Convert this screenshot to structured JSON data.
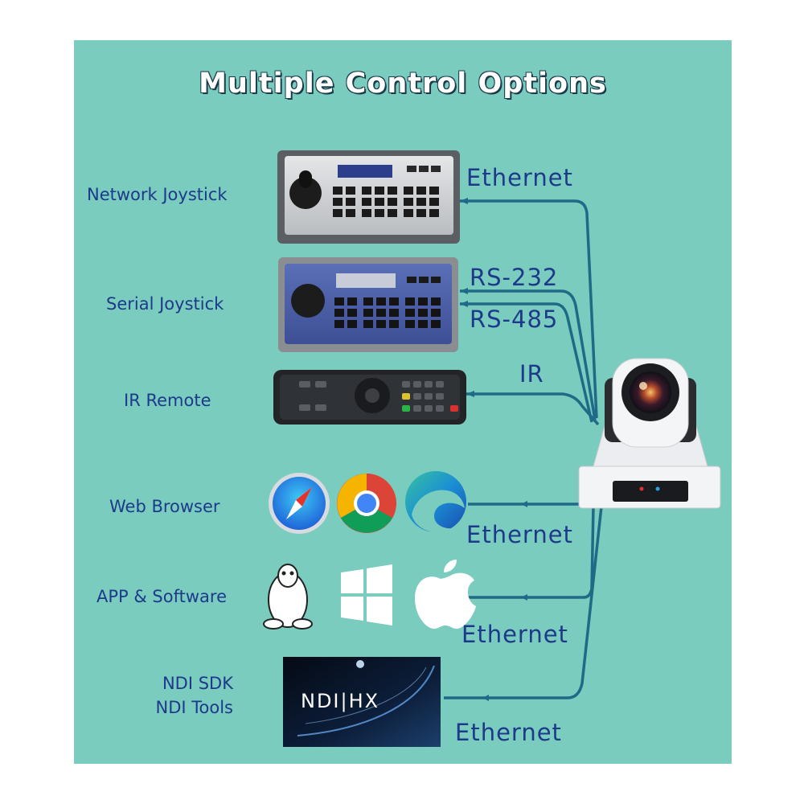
{
  "title": "Multiple Control Options",
  "devices": {
    "network_joystick": "Network Joystick",
    "serial_joystick": "Serial Joystick",
    "ir_remote": "IR Remote",
    "web_browser": "Web Browser",
    "app_software": "APP & Software",
    "ndi_sdk": "NDI SDK",
    "ndi_tools": "NDI Tools"
  },
  "connections": {
    "network_ethernet": "Ethernet",
    "rs232": "RS-232",
    "rs485": "RS-485",
    "ir": "IR",
    "browser_ethernet": "Ethernet",
    "app_ethernet": "Ethernet",
    "ndi_ethernet": "Ethernet"
  },
  "ndi_logo": "NDI|HX",
  "colors": {
    "background": "#7accbf",
    "label_text": "#1d3a8a",
    "cable": "#1f6a86",
    "title_text": "#ffffff"
  },
  "icons": [
    "safari-icon",
    "chrome-icon",
    "edge-icon",
    "linux-icon",
    "windows-icon",
    "apple-icon",
    "ptz-camera-icon"
  ]
}
